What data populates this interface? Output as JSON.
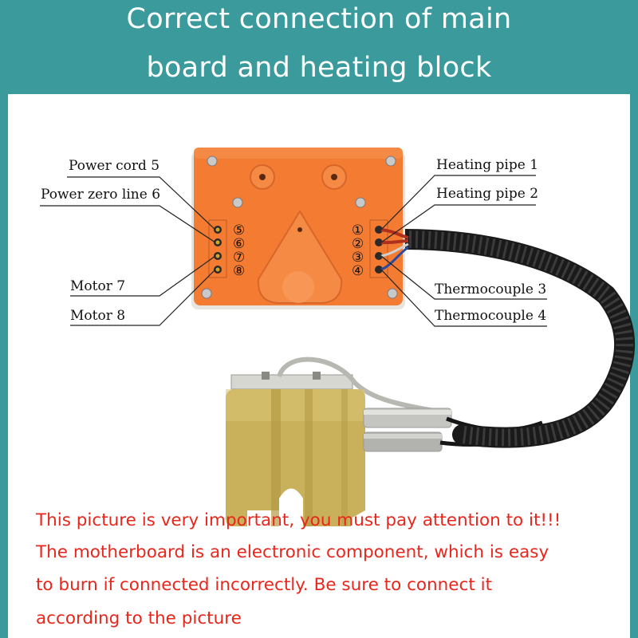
{
  "title": {
    "line1": "Correct connection of main",
    "line2": "board and heating block"
  },
  "labels": {
    "power_cord": "Power cord 5",
    "power_zero": "Power zero line 6",
    "motor7": "Motor 7",
    "motor8": "Motor 8",
    "heat1": "Heating pipe 1",
    "heat2": "Heating pipe 2",
    "thermo3": "Thermocouple 3",
    "thermo4": "Thermocouple 4"
  },
  "terminals": {
    "left": [
      "⑤",
      "⑥",
      "⑦",
      "⑧"
    ],
    "right": [
      "①",
      "②",
      "③",
      "④"
    ]
  },
  "warning": {
    "line1": "This picture is very important, you must pay attention to it!!!",
    "line2": "The motherboard is an electronic component, which is easy",
    "line3": "to burn if connected incorrectly. Be sure to connect it",
    "line4": "according to the picture"
  },
  "colors": {
    "header_bg": "#3a9a9c",
    "board_orange": "#f37b32",
    "brass": "#c9b05a",
    "warning_red": "#e8261c"
  }
}
